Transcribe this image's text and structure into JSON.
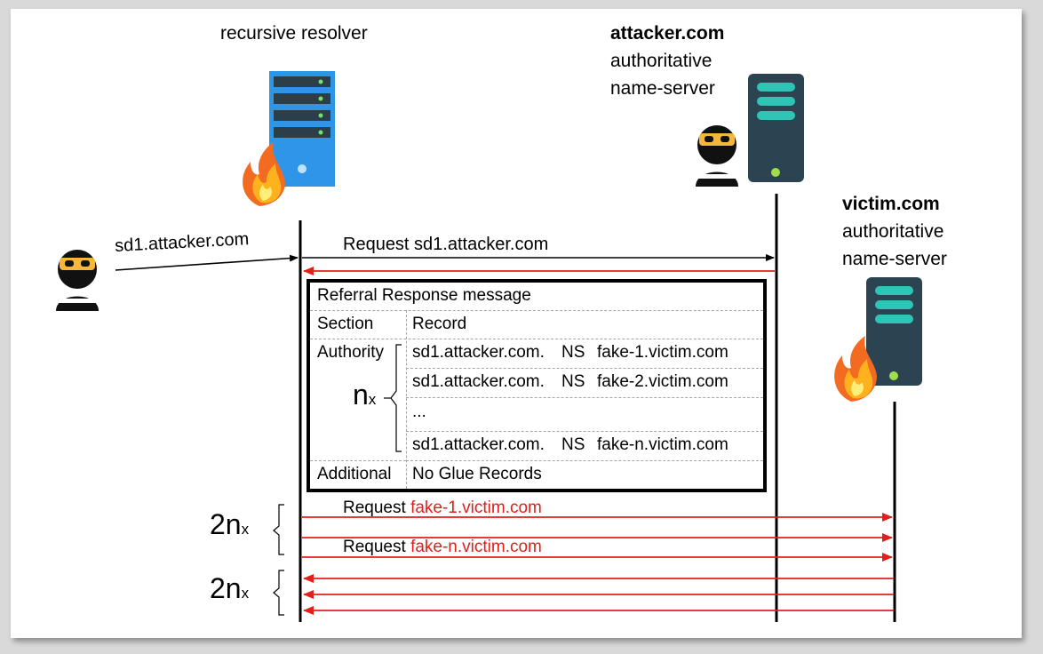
{
  "labels": {
    "resolver": "recursive resolver",
    "attacker_domain": "attacker.com",
    "attacker_auth1": "authoritative",
    "attacker_auth2": "name-server",
    "victim_domain": "victim.com",
    "victim_auth1": "authoritative",
    "victim_auth2": "name-server",
    "client_query": "sd1.attacker.com",
    "request_top": "Request sd1.attacker.com"
  },
  "table": {
    "title": "Referral Response message",
    "header_section": "Section",
    "header_record": "Record",
    "authority_label": "Authority",
    "additional_label": "Additional",
    "n_label": "n",
    "n_sub": "x",
    "rows": [
      {
        "name": "sd1.attacker.com.",
        "type": "NS",
        "target": "fake-1.victim.com"
      },
      {
        "name": "sd1.attacker.com.",
        "type": "NS",
        "target": "fake-2.victim.com"
      },
      {
        "name": "...",
        "type": "",
        "target": ""
      },
      {
        "name": "sd1.attacker.com.",
        "type": "NS",
        "target": "fake-n.victim.com"
      }
    ],
    "additional_value": "No Glue Records"
  },
  "bottom": {
    "request_word": "Request",
    "request_1_target": "fake-1.victim.com",
    "request_n_target": "fake-n.victim.com",
    "group1_prefix": "2n",
    "group1_sub": "x",
    "group2_prefix": "2n",
    "group2_sub": "x"
  },
  "colors": {
    "accent_red": "#e0201b",
    "server_blue": "#2f95e6",
    "server_dark": "#2c4452",
    "server_teal": "#2ec4b6"
  },
  "icons": [
    "server-icon",
    "fire-icon",
    "hacker-icon"
  ]
}
